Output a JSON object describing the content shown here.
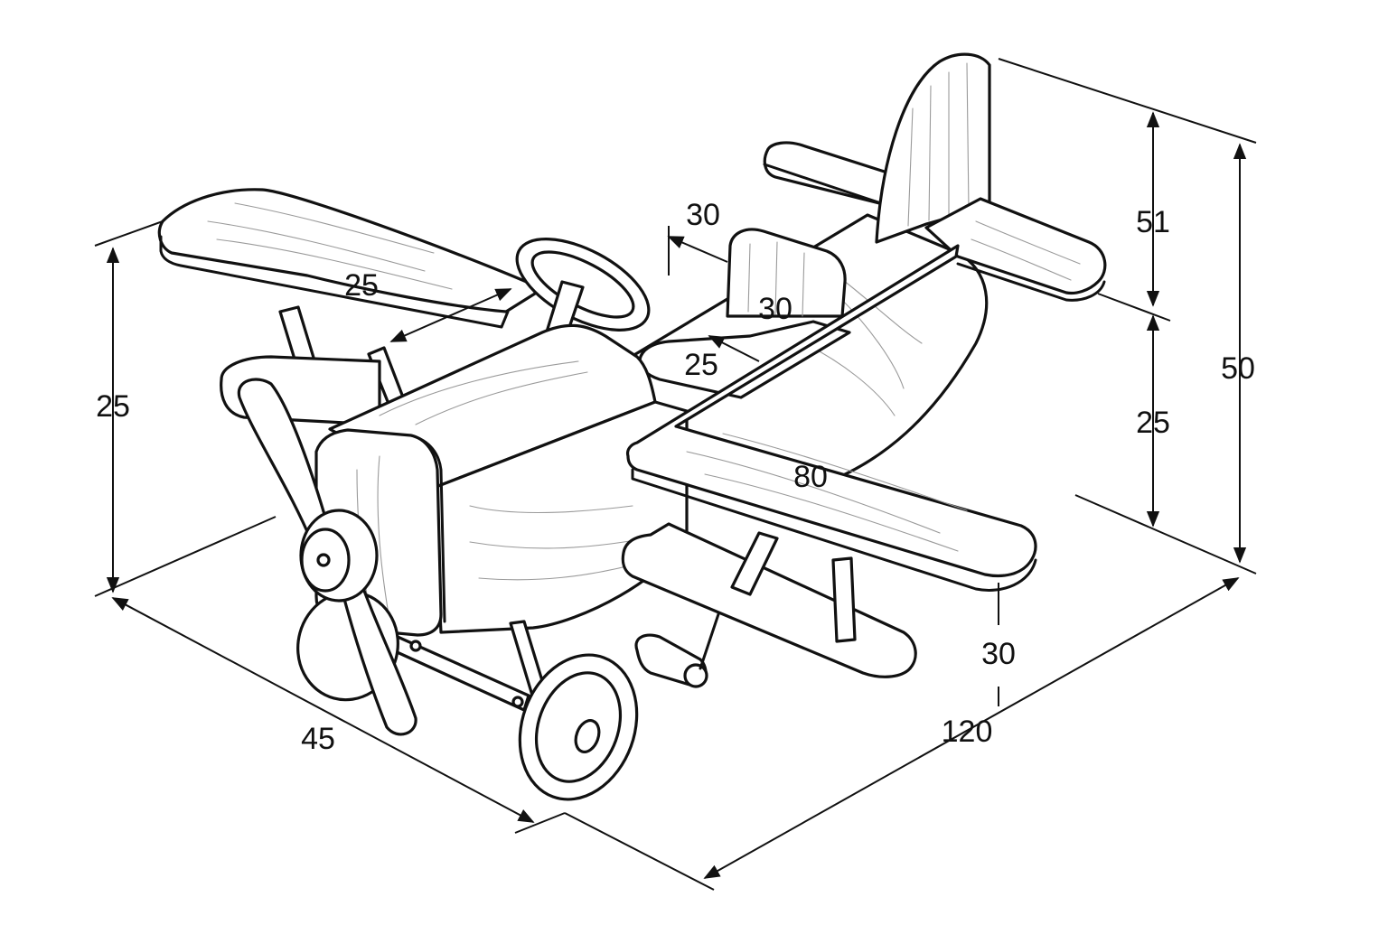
{
  "diagram": {
    "subject": "wooden toy biplane",
    "line_color": "#111111",
    "grain_color": "#9a9a9a",
    "background": "#ffffff"
  },
  "dimensions": {
    "upper_wing_span": "25",
    "seat_back_offset": "30",
    "seat_back_height": "30",
    "seat_depth": "25",
    "tail_fin_height": "51",
    "overall_height": "50",
    "body_height": "25",
    "lower_wing_length": "80",
    "lower_wing_clearance": "30",
    "overall_length": "120",
    "nose_height": "25",
    "overall_width": "45"
  }
}
